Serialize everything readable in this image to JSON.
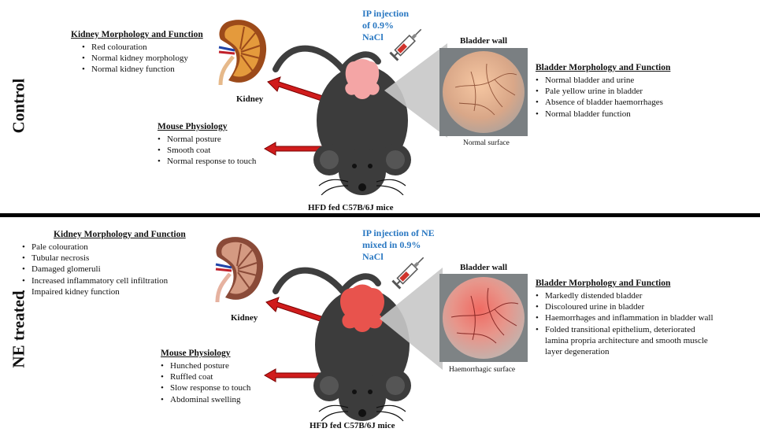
{
  "control": {
    "section_label": "Control",
    "injection": [
      "IP injection",
      "of 0.9%",
      "NaCl"
    ],
    "kidney_caption": "Kidney",
    "bladder_caption": "Bladder wall",
    "surface_caption": "Normal surface",
    "mouse_caption": "HFD fed C57B/6J mice",
    "kidney_block": {
      "title": "Kidney Morphology and Function",
      "items": [
        "Red colouration",
        "Normal kidney morphology",
        "Normal kidney function"
      ]
    },
    "physiology_block": {
      "title": "Mouse Physiology",
      "items": [
        "Normal posture",
        "Smooth coat",
        "Normal response to touch"
      ]
    },
    "bladder_block": {
      "title": "Bladder Morphology and Function",
      "items": [
        "Normal bladder and urine",
        "Pale yellow urine in bladder",
        "Absence of bladder haemorrhages",
        "Normal bladder function"
      ]
    },
    "colors": {
      "bladder": "#f4a5a5",
      "kidney": "#c98a4a"
    }
  },
  "ne": {
    "section_label": "NE treated",
    "injection": [
      "IP injection of NE",
      "mixed in 0.9%",
      "NaCl"
    ],
    "kidney_caption": "Kidney",
    "bladder_caption": "Bladder wall",
    "surface_caption": "Haemorrhagic surface",
    "mouse_caption": "HFD fed C57B/6J mice",
    "kidney_block": {
      "title": "Kidney Morphology and Function",
      "items": [
        "Pale colouration",
        "Tubular necrosis",
        "Damaged glomeruli",
        "Increased inflammatory cell infiltration",
        "Impaired kidney function"
      ]
    },
    "physiology_block": {
      "title": "Mouse Physiology",
      "items": [
        "Hunched posture",
        "Ruffled coat",
        "Slow response to touch",
        "Abdominal swelling"
      ]
    },
    "bladder_block": {
      "title": "Bladder Morphology and Function",
      "items": [
        "Markedly distended bladder",
        "Discoloured urine in bladder",
        "Haemorrhages and inflammation in bladder wall",
        "Folded transitional epithelium, deteriorated",
        "lamina propria architecture and smooth muscle",
        "layer degeneration"
      ]
    },
    "colors": {
      "bladder": "#e8534d",
      "kidney": "#c4836a"
    }
  }
}
